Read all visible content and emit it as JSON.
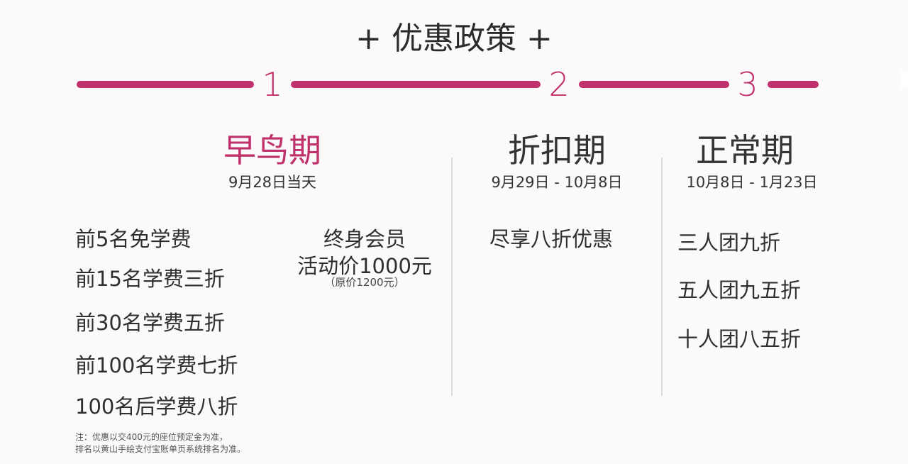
{
  "title": "+ 优惠政策 +",
  "timeline": {
    "accent_color": "#c0306b",
    "steps": [
      "1",
      "2",
      "3"
    ]
  },
  "columns": [
    {
      "name": "早鸟期",
      "date": "9月28日当天",
      "name_color": "#c0306b",
      "items": [
        "前5名免学费",
        "前15名学费三折",
        "前30名学费五折",
        "前100名学费七折",
        "100名后学费八折"
      ],
      "membership": {
        "line1": "终身会员",
        "line2": "活动价1000元",
        "line3": "（原价1200元）"
      }
    },
    {
      "name": "折扣期",
      "date": "9月29日 - 10月8日",
      "items": [
        "尽享八折优惠"
      ]
    },
    {
      "name": "正常期",
      "date": "10月8日 - 1月23日",
      "items": [
        "三人团九折",
        "五人团九五折",
        "十人团八五折"
      ]
    }
  ],
  "note": {
    "line1": "注：优惠以交400元的座位预定金为准，",
    "line2": "排名以黄山手绘支付宝账单页系统排名为准。"
  }
}
